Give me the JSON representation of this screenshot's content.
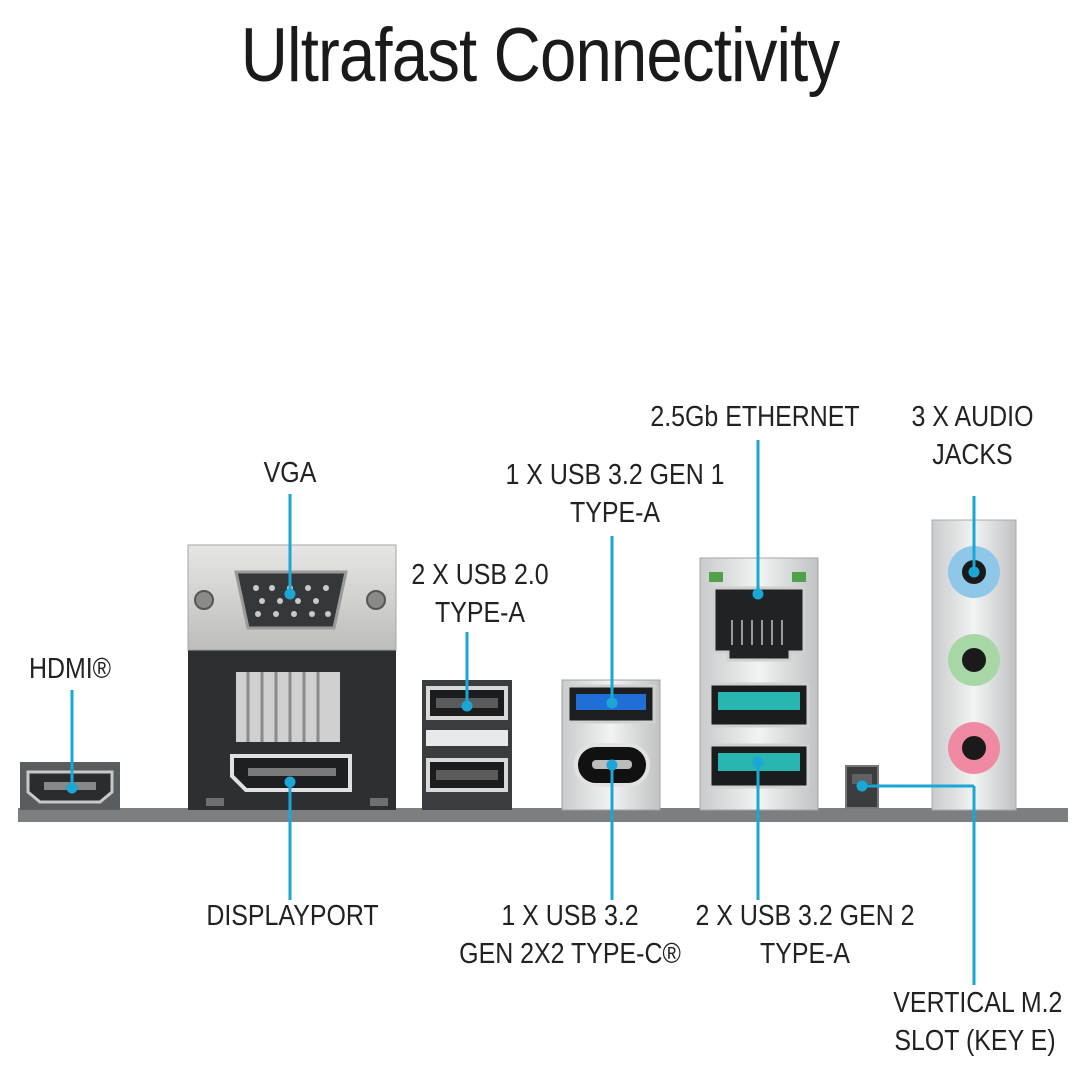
{
  "title": "Ultrafast Connectivity",
  "colors": {
    "callout": "#1aa7d6",
    "panel": "#7b7f80"
  },
  "labels": {
    "hdmi": "HDMI®",
    "vga": "VGA",
    "usb20": [
      "2 X USB 2.0",
      "TYPE-A"
    ],
    "usb32g1": [
      "1 X USB 3.2 GEN 1",
      "TYPE-A"
    ],
    "ethernet": "2.5Gb ETHERNET",
    "audio": [
      "3 X AUDIO",
      "JACKS"
    ],
    "displayport": "DISPLAYPORT",
    "usbc": [
      "1 X USB 3.2",
      "GEN 2X2 TYPE-C®"
    ],
    "usb32g2": [
      "2 X USB 3.2 GEN 2",
      "TYPE-A"
    ],
    "m2": [
      "VERTICAL M.2",
      "SLOT (KEY E)"
    ]
  }
}
